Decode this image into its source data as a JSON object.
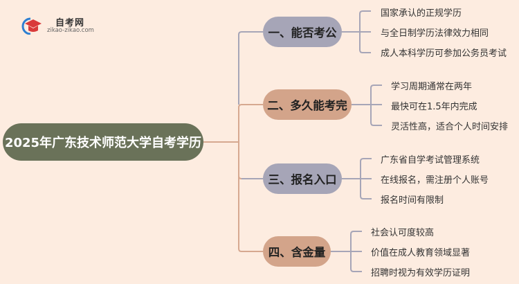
{
  "logo": {
    "title": "自考网",
    "subtitle": "zikao-zikao.com",
    "icon": "graduation-cap-icon"
  },
  "mindmap": {
    "root": "2025年广东技术师范大学自考学历",
    "colors": {
      "root": "#6a7259",
      "gray": "#a6a5b7",
      "tan": "#d3a48a",
      "background": "#fdece0"
    },
    "branches": [
      {
        "label": "一、能否考公",
        "items": [
          "国家承认的正规学历",
          "与全日制学历法律效力相同",
          "成人本科学历可参加公务员考试"
        ]
      },
      {
        "label": "二、多久能考完",
        "items": [
          "学习周期通常在两年",
          "最快可在1.5年内完成",
          "灵活性高，适合个人时间安排"
        ]
      },
      {
        "label": "三、报名入口",
        "items": [
          "广东省自学考试管理系统",
          "在线报名，需注册个人账号",
          "报名时间有限制"
        ]
      },
      {
        "label": "四、含金量",
        "items": [
          "社会认可度较高",
          "价值在成人教育领域显著",
          "招聘时视为有效学历证明"
        ]
      }
    ]
  }
}
